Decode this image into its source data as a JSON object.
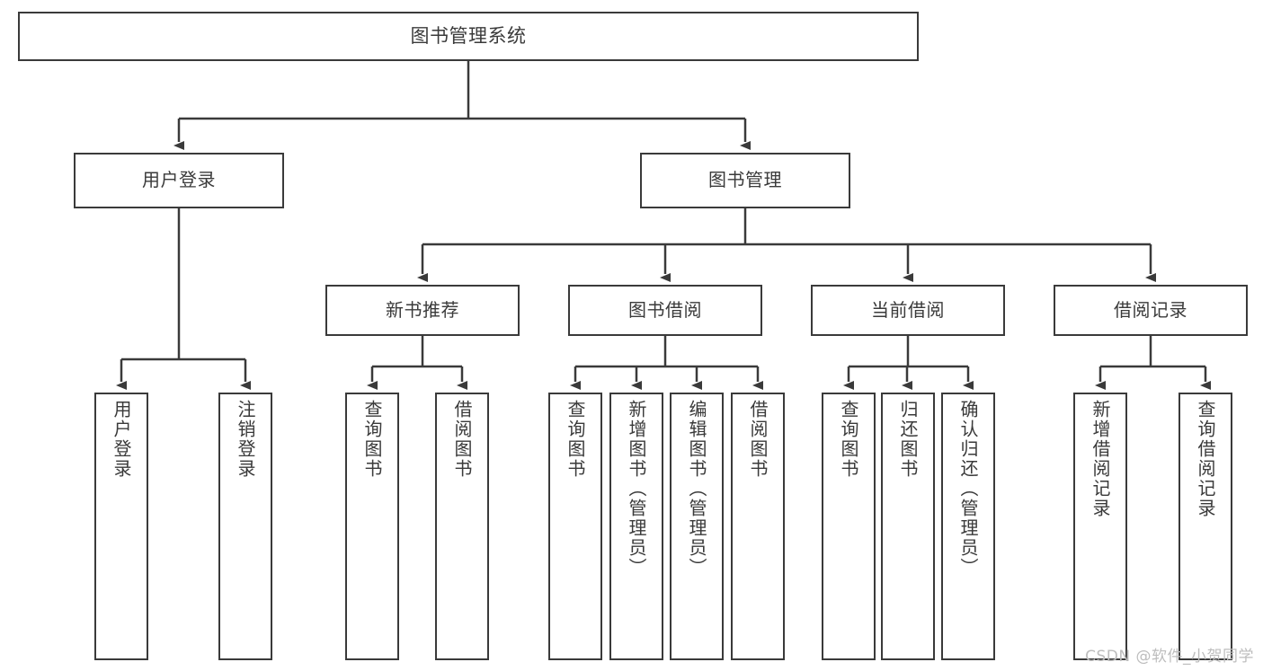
{
  "diagram": {
    "title": "图书管理系统",
    "type": "tree-hierarchy",
    "root": {
      "label": "图书管理系统"
    },
    "level2": [
      {
        "label": "用户登录"
      },
      {
        "label": "图书管理"
      }
    ],
    "level3": [
      {
        "label": "新书推荐"
      },
      {
        "label": "图书借阅"
      },
      {
        "label": "当前借阅"
      },
      {
        "label": "借阅记录"
      }
    ],
    "leaves": {
      "user_login": [
        {
          "label": "用户登录"
        },
        {
          "label": "注销登录"
        }
      ],
      "new_book_recommend": [
        {
          "label": "查询图书"
        },
        {
          "label": "借阅图书"
        }
      ],
      "book_borrow": [
        {
          "label": "查询图书"
        },
        {
          "label": "新增图书（管理员）"
        },
        {
          "label": "编辑图书（管理员）"
        },
        {
          "label": "借阅图书"
        }
      ],
      "current_borrow": [
        {
          "label": "查询图书"
        },
        {
          "label": "归还图书"
        },
        {
          "label": "确认归还（管理员）"
        }
      ],
      "borrow_record": [
        {
          "label": "新增借阅记录"
        },
        {
          "label": "查询借阅记录"
        }
      ]
    }
  },
  "watermark": {
    "text": "CSDN @软件_小贺同学"
  },
  "colors": {
    "border": "#3a3a3a",
    "text": "#3a3a3a",
    "background": "#ffffff",
    "watermark": "#bdbdbd"
  }
}
